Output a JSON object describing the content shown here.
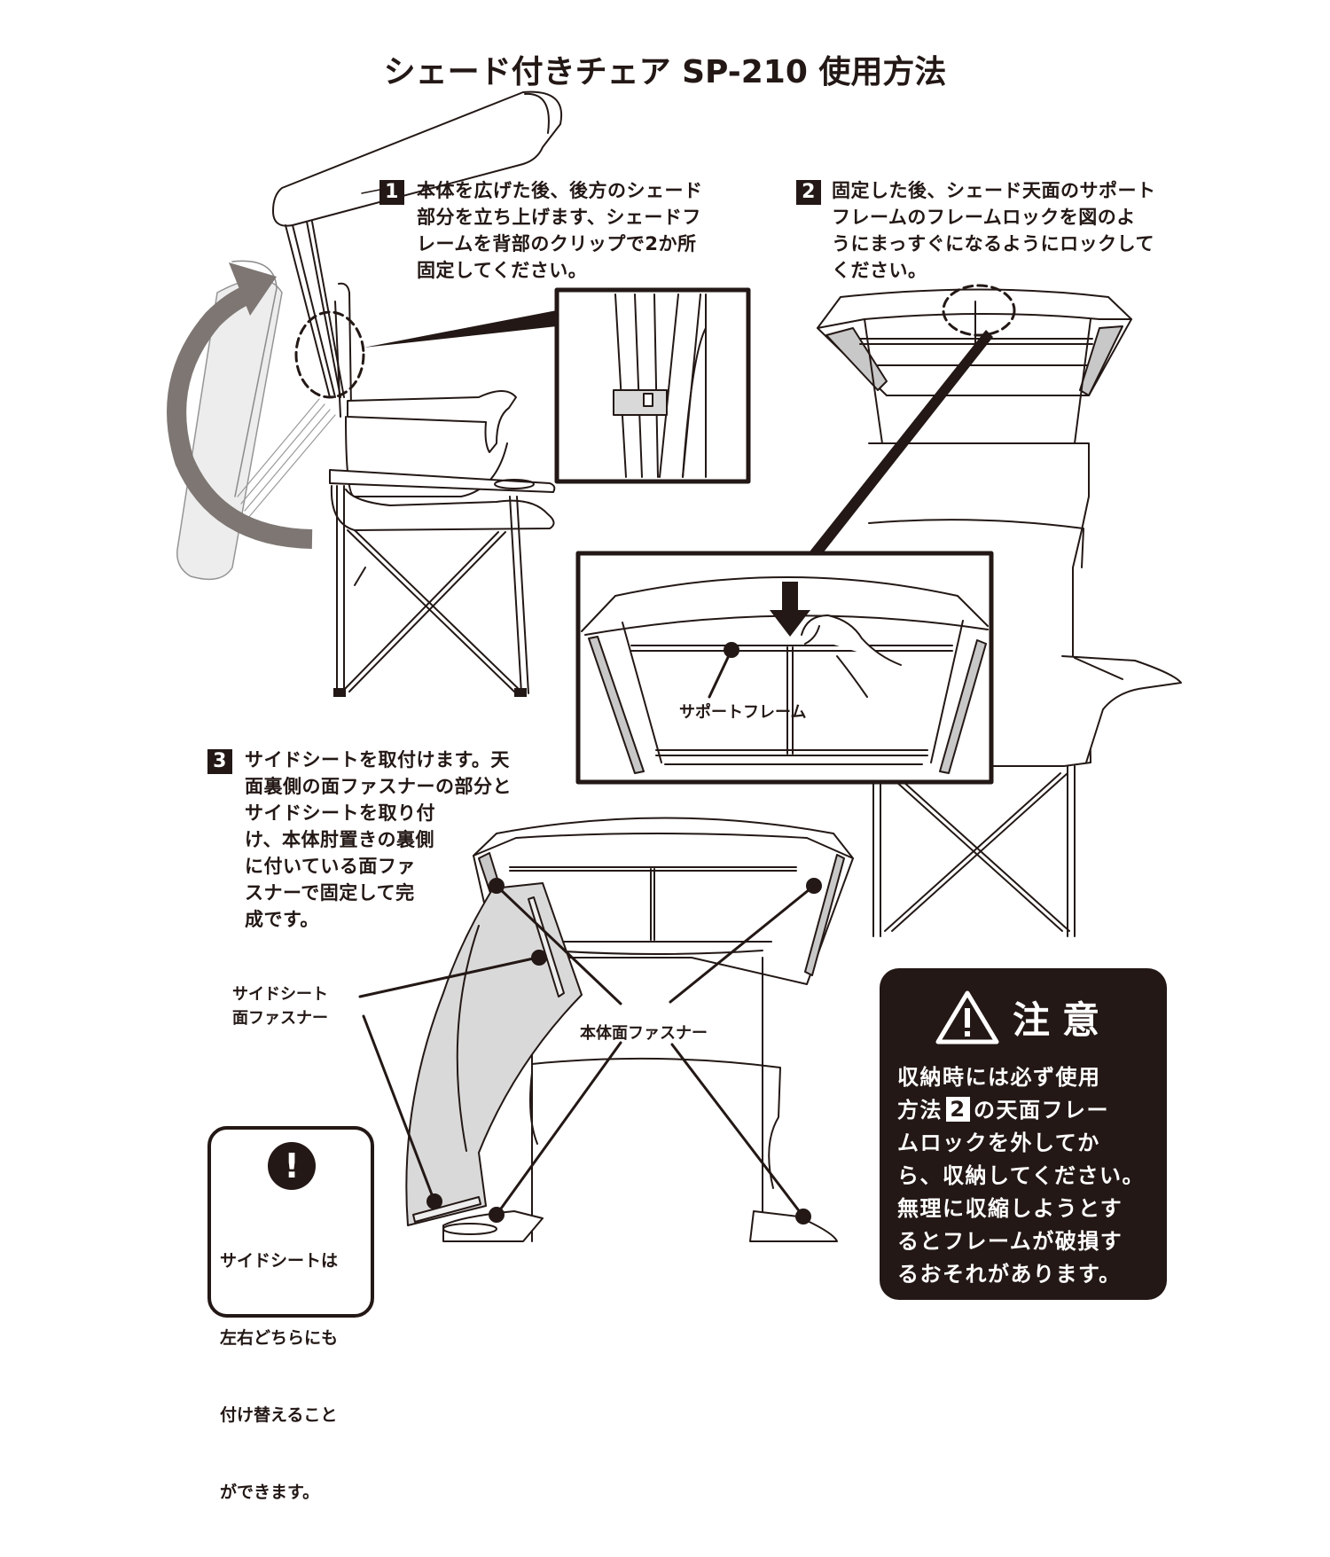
{
  "title": "シェード付きチェア SP-210 使用方法",
  "steps": [
    {
      "number": "1",
      "lines": [
        "本体を広げた後、後方のシェード",
        "部分を立ち上げます、シェードフ",
        "レームを背部のクリップで2か所",
        "固定してください。"
      ]
    },
    {
      "number": "2",
      "lines": [
        "固定した後、シェード天面のサポート",
        "フレームのフレームロックを図のよ",
        "うにまっすぐになるようにロックして",
        "ください。"
      ]
    },
    {
      "number": "3",
      "lines": [
        "サイドシートを取付けます。天",
        "面裏側の面ファスナーの部分と",
        "サイドシートを取り付",
        "け、本体肘置きの裏側",
        "に付いている面ファ",
        "スナーで固定して完",
        "成です。"
      ]
    }
  ],
  "labels": {
    "support_frame": "サポートフレーム",
    "side_sheet_fastener_line1": "サイドシート",
    "side_sheet_fastener_line2": "面ファスナー",
    "body_fastener": "本体面ファスナー"
  },
  "caution": {
    "icon": "warning-triangle-icon",
    "title": "注意",
    "line1": "収納時には必ず使用",
    "line2_before": "方法",
    "line2_ref": "2",
    "line2_after": "の天面フレー",
    "line3": "ムロックを外してか",
    "line4": "ら、収納してください。",
    "line5": "無理に収縮しようとす",
    "line6": "るとフレームが破損す",
    "line7": "るおそれがあります。"
  },
  "note": {
    "icon": "exclamation-circle-icon",
    "icon_glyph": "!",
    "lines": [
      "サイドシートは",
      "左右どちらにも",
      "付け替えること",
      "ができます。"
    ]
  },
  "colors": {
    "ink": "#231815",
    "arrow_gray": "#7d7673",
    "fabric_gray": "#d9d9d9",
    "fastener_gray": "#c8c8c8"
  }
}
